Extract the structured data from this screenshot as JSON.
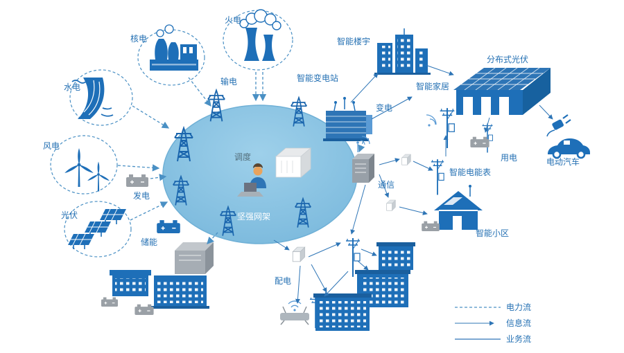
{
  "diagram": {
    "nodes": {
      "thermal": "火电",
      "nuclear": "核电",
      "hydro": "水电",
      "wind": "风电",
      "pv": "光伏",
      "transmission": "输电",
      "smart_substation": "智能变电站",
      "smart_building": "智能楼宇",
      "smart_home": "智能家居",
      "distributed_pv": "分布式光伏",
      "ev": "电动汽车",
      "substation": "变电",
      "power_use": "用电",
      "communication": "通信",
      "smart_meter": "智能电能表",
      "smart_community": "智能小区",
      "dispatch": "调度",
      "strong_grid": "坚强网架",
      "generation": "发电",
      "storage": "储能",
      "distribution": "配电"
    },
    "legend": {
      "items": [
        {
          "label": "电力流",
          "style": "dashed"
        },
        {
          "label": "信息流",
          "style": "arrow"
        },
        {
          "label": "业务流",
          "style": "solid"
        }
      ]
    },
    "colors": {
      "primary": "#1e6fb8",
      "accent": "#2e75b6",
      "grid_ellipse": "#87c3e3",
      "dashed_flow": "#4a90c4",
      "gray": "#9aa0a6",
      "label_text": "#2470b3"
    }
  }
}
